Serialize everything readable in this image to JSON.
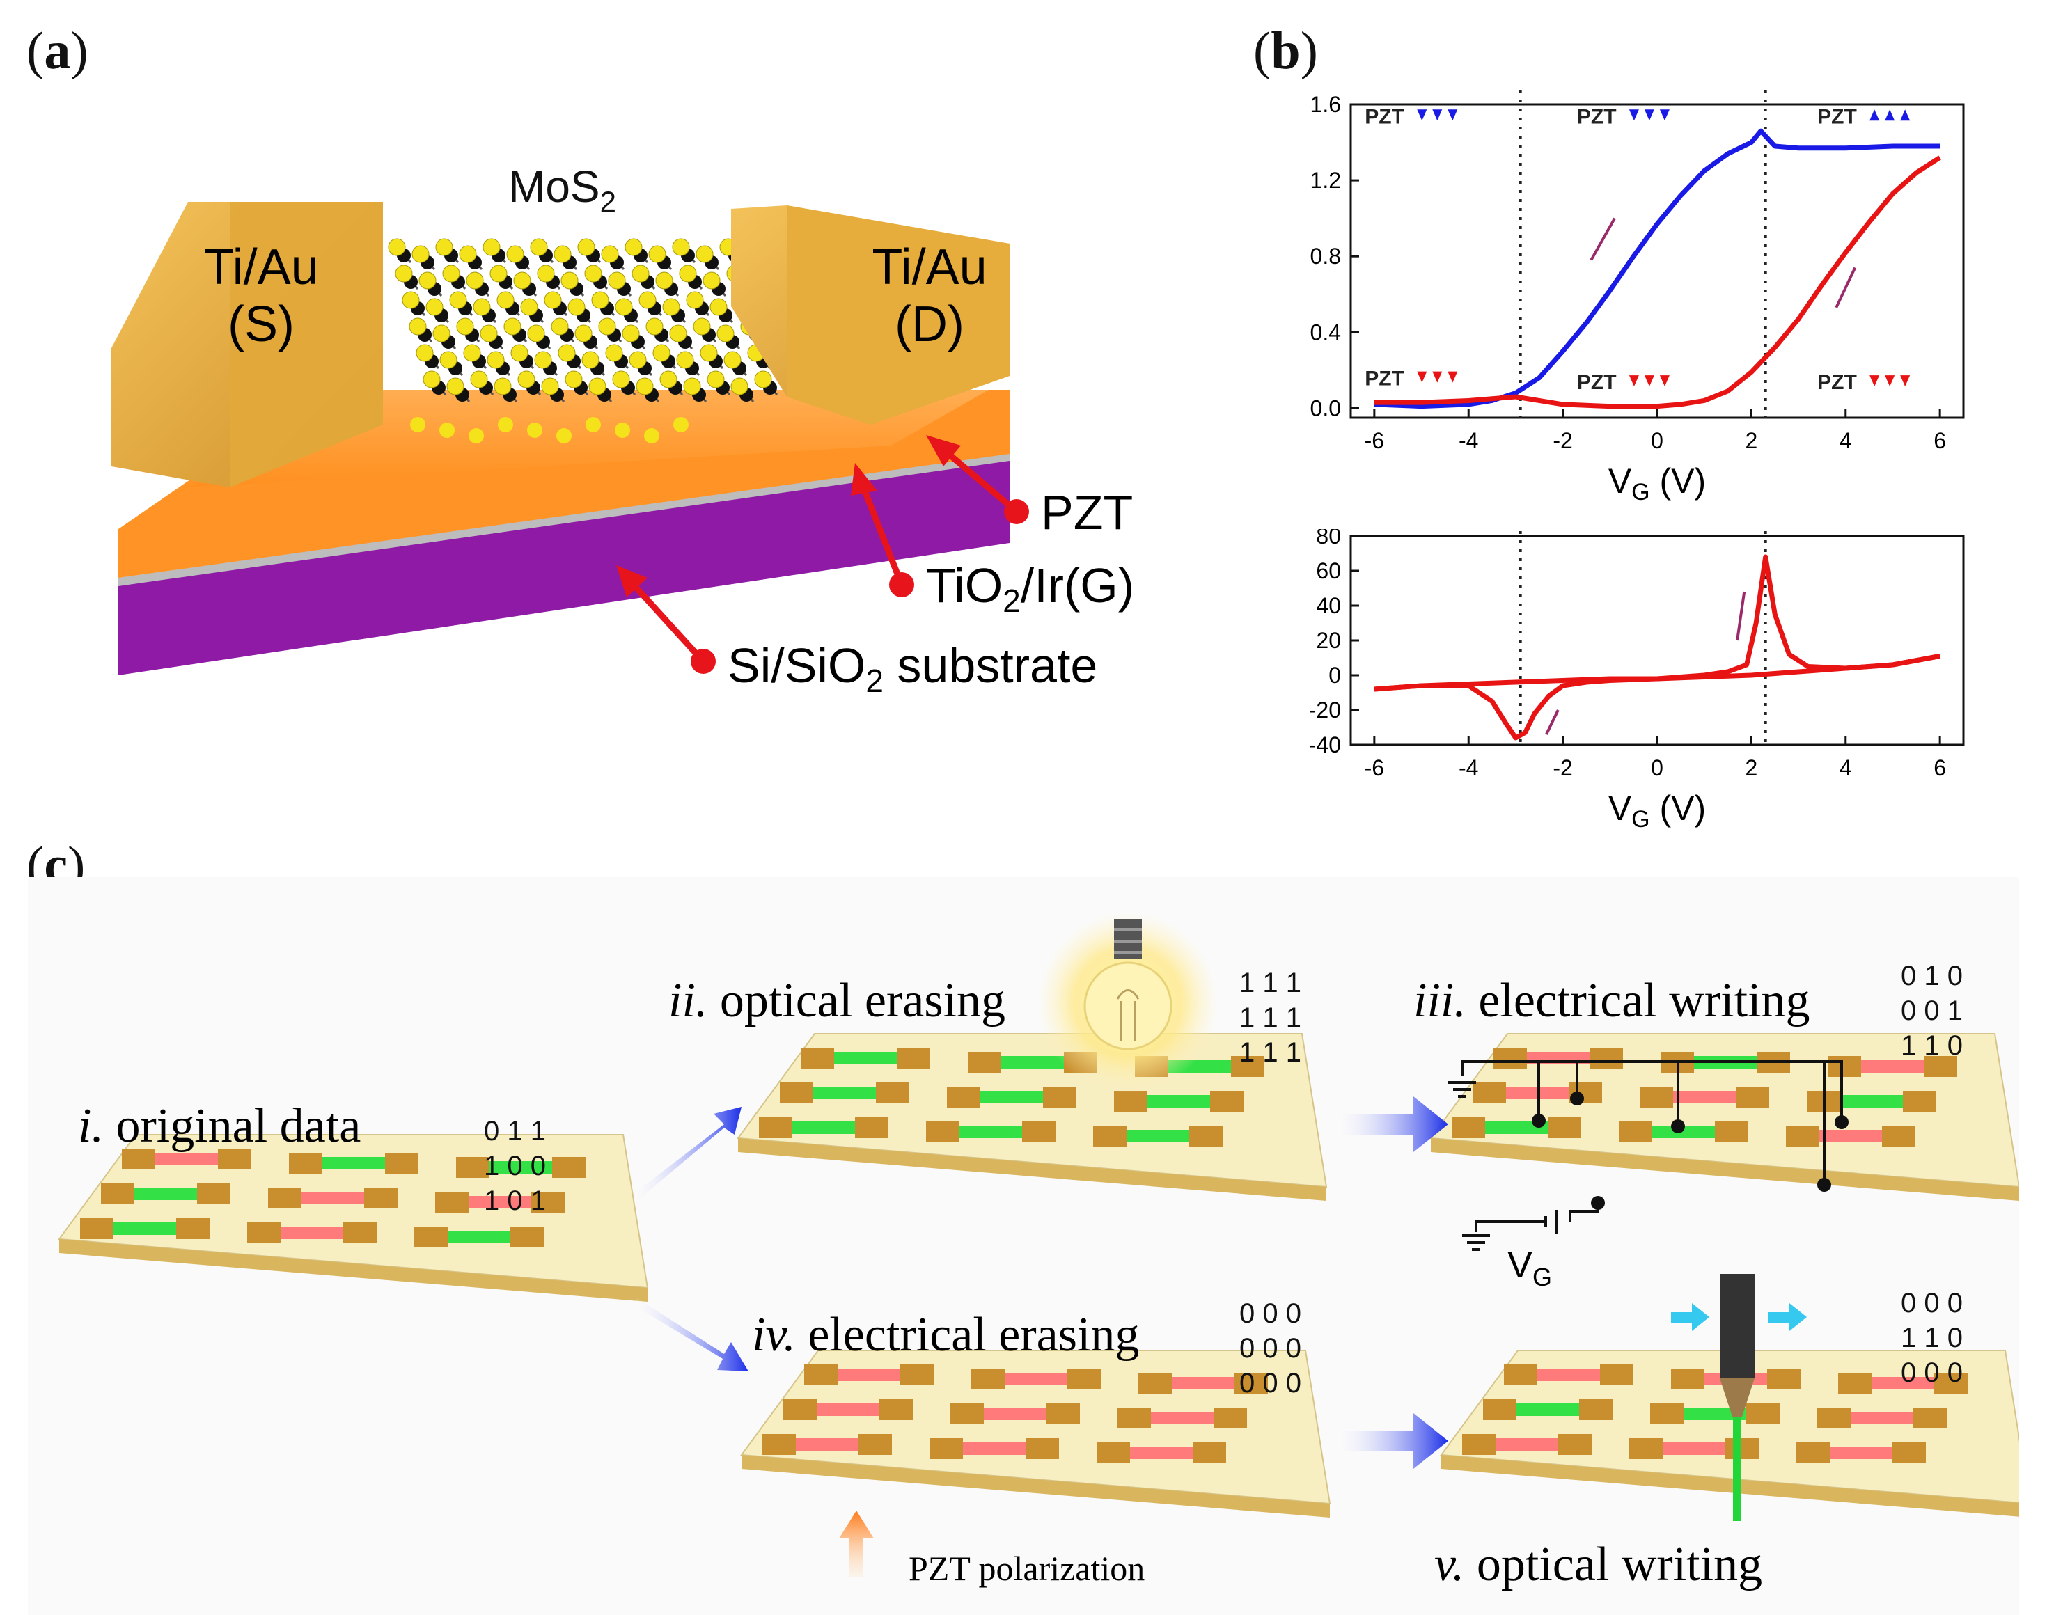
{
  "panels": {
    "a": "a",
    "b": "b",
    "c": "c"
  },
  "device": {
    "channel": "MoS",
    "channel_sub": "2",
    "source_line1": "Ti/Au",
    "source_line2": "(S)",
    "drain_line1": "Ti/Au",
    "drain_line2": "(D)",
    "layer_pzt": "PZT",
    "layer_gate_a": "TiO",
    "layer_gate_sub": "2",
    "layer_gate_b": "/Ir(G)",
    "layer_substrate_a": "Si/SiO",
    "layer_substrate_sub": "2",
    "layer_substrate_b": " substrate",
    "colors": {
      "contact": "#e2a93a",
      "pzt": "#ff9d2e",
      "substrate": "#8e1aa6",
      "pointer": "#e8141c"
    }
  },
  "chart_data": [
    {
      "type": "line",
      "name": "transfer",
      "xlabel_main": "V",
      "xlabel_sub": "G",
      "xlabel_unit": " (V)",
      "xlim": [
        -6.5,
        6.5
      ],
      "ylim": [
        -0.05,
        1.6
      ],
      "xticks": [
        "-6",
        "-4",
        "-2",
        "0",
        "2",
        "4",
        "6"
      ],
      "yticks": [
        "0.0",
        "0.4",
        "0.8",
        "1.2",
        "1.6"
      ],
      "vlines": [
        -2.9,
        2.3
      ],
      "series": [
        {
          "color": "#1a1ae6",
          "x": [
            -6,
            -5,
            -4,
            -3.5,
            -3,
            -2.5,
            -2,
            -1.5,
            -1,
            -0.5,
            0,
            0.5,
            1,
            1.5,
            2,
            2.2,
            2.5,
            3,
            4,
            5,
            6
          ],
          "y": [
            0.02,
            0.01,
            0.02,
            0.04,
            0.08,
            0.16,
            0.3,
            0.45,
            0.62,
            0.8,
            0.97,
            1.12,
            1.25,
            1.34,
            1.4,
            1.46,
            1.38,
            1.37,
            1.37,
            1.38,
            1.38
          ]
        },
        {
          "color": "#e81414",
          "x": [
            6,
            5.5,
            5,
            4.5,
            4,
            3.5,
            3,
            2.5,
            2,
            1.5,
            1,
            0.5,
            0,
            -1,
            -2,
            -3,
            -4,
            -5,
            -6
          ],
          "y": [
            1.32,
            1.24,
            1.13,
            0.98,
            0.82,
            0.65,
            0.47,
            0.32,
            0.19,
            0.09,
            0.04,
            0.02,
            0.01,
            0.01,
            0.02,
            0.06,
            0.04,
            0.03,
            0.03
          ]
        }
      ],
      "labels": [
        {
          "text": "PZT",
          "x": -6.2,
          "y": 1.5,
          "color": "#1a1ae6",
          "dir": "down"
        },
        {
          "text": "PZT",
          "x": -1.7,
          "y": 1.5,
          "color": "#1a1ae6",
          "dir": "down"
        },
        {
          "text": "PZT",
          "x": 3.4,
          "y": 1.5,
          "color": "#1a1ae6",
          "dir": "up"
        },
        {
          "text": "PZT",
          "x": -6.2,
          "y": 0.12,
          "color": "#e81414",
          "dir": "down"
        },
        {
          "text": "PZT",
          "x": -1.7,
          "y": 0.1,
          "color": "#e81414",
          "dir": "down"
        },
        {
          "text": "PZT",
          "x": 3.4,
          "y": 0.1,
          "color": "#e81414",
          "dir": "down"
        }
      ]
    },
    {
      "type": "line",
      "name": "derivative",
      "xlabel_main": "V",
      "xlabel_sub": "G",
      "xlabel_unit": " (V)",
      "xlim": [
        -6.5,
        6.5
      ],
      "ylim": [
        -40,
        80
      ],
      "xticks": [
        "-6",
        "-4",
        "-2",
        "0",
        "2",
        "4",
        "6"
      ],
      "yticks": [
        "-40",
        "-20",
        "0",
        "20",
        "40",
        "60",
        "80"
      ],
      "vlines": [
        -2.9,
        2.3
      ],
      "series": [
        {
          "color": "#e81414",
          "x": [
            -6,
            -5,
            -4,
            -3.5,
            -3.2,
            -3,
            -2.8,
            -2.6,
            -2.3,
            -2,
            -1.5,
            -1,
            0,
            1,
            1.5,
            1.9,
            2.1,
            2.3,
            2.5,
            2.8,
            3.2,
            4,
            5,
            6
          ],
          "y": [
            -8,
            -6,
            -6,
            -15,
            -28,
            -36,
            -33,
            -22,
            -12,
            -6,
            -4,
            -3,
            -2,
            0,
            2,
            6,
            30,
            68,
            35,
            12,
            5,
            4,
            6,
            11
          ]
        },
        {
          "color": "#e81414",
          "x": [
            6,
            5,
            4,
            3,
            2,
            1,
            0,
            -1,
            -2,
            -3,
            -4,
            -5,
            -6
          ],
          "y": [
            11,
            6,
            4,
            2,
            0,
            -1,
            -2,
            -2,
            -3,
            -4,
            -5,
            -6,
            -8
          ]
        }
      ]
    }
  ],
  "memory": {
    "step1_roman": "i.",
    "step1_text": " original data",
    "step2_roman": "ii.",
    "step2_text": " optical erasing",
    "step3_roman": "iii.",
    "step3_text": " electrical writing",
    "step4_roman": "iv.",
    "step4_text": " electrical erasing",
    "step5_roman": "v.",
    "step5_text": " optical writing",
    "polarization": "PZT polarization",
    "gate_main": "V",
    "gate_sub": "G",
    "bits1": [
      "0 1 1",
      "1 0 0",
      "1 0 1"
    ],
    "bits2": [
      "1 1 1",
      "1 1 1",
      "1 1 1"
    ],
    "bits3": [
      "0 1 0",
      "0 0 1",
      "1 1 0"
    ],
    "bits4": [
      "0 0 0",
      "0 0 0",
      "0 0 0"
    ],
    "bits5": [
      "0 0 0",
      "1 1 0",
      "0 0 0"
    ],
    "colors": {
      "on": "#33e046",
      "off": "#ff7b7b",
      "arrow": "#1b2ee8",
      "plate": "#f7eec2"
    }
  }
}
